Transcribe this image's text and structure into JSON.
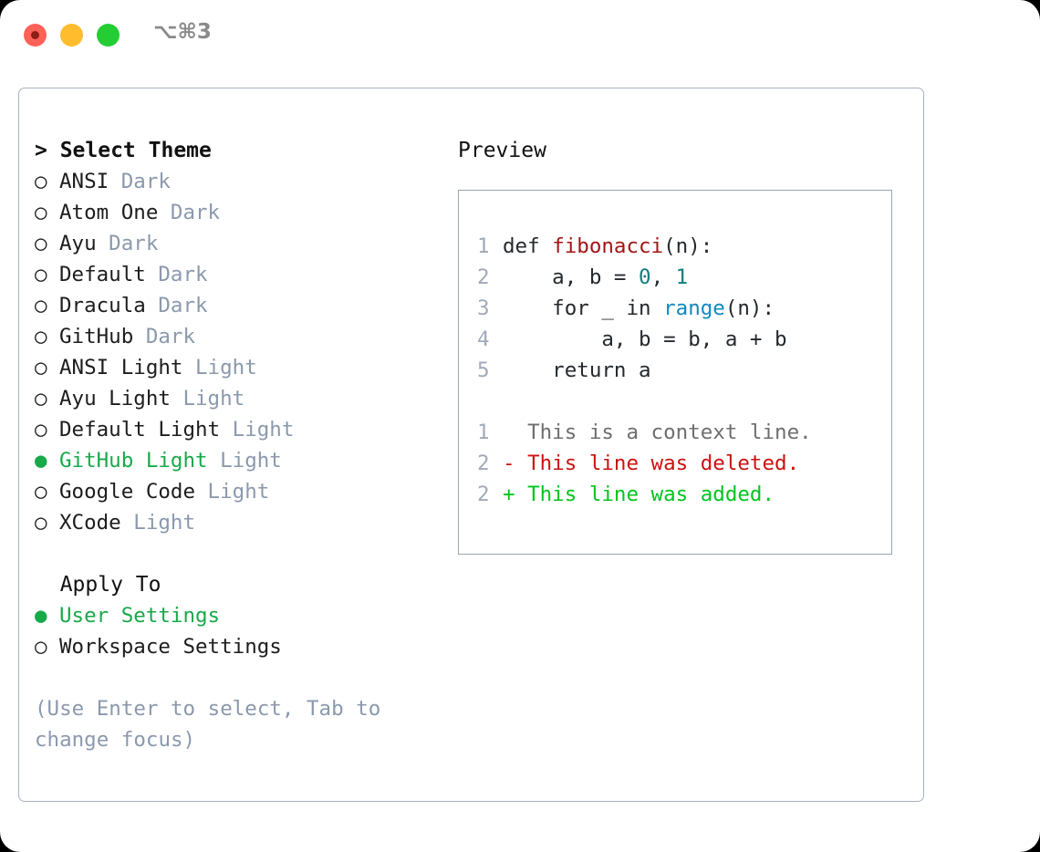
{
  "titlebar": {
    "shortcut": "⌥⌘3",
    "buttons": [
      {
        "name": "close",
        "color": "#ff6159"
      },
      {
        "name": "minimize",
        "color": "#ffbd2e"
      },
      {
        "name": "maximize",
        "color": "#23cd33"
      }
    ]
  },
  "colors": {
    "selected_green": "#18a94a",
    "muted_tag": "#8b99ad",
    "panel_border": "#a8b2c0",
    "preview_border": "#9aa5b1",
    "syntax_function": "#a31515",
    "syntax_number": "#0b7f7f",
    "syntax_builtin": "#1289bf",
    "diff_added": "#00c41f",
    "diff_deleted": "#cc1111",
    "diff_context": "#6e6e6e",
    "line_number": "#a0aab8"
  },
  "theme_panel": {
    "header": "> Select Theme",
    "items": [
      {
        "marker": "○",
        "name": "ANSI",
        "tag": "Dark",
        "selected": false
      },
      {
        "marker": "○",
        "name": "Atom One",
        "tag": "Dark",
        "selected": false
      },
      {
        "marker": "○",
        "name": "Ayu",
        "tag": "Dark",
        "selected": false
      },
      {
        "marker": "○",
        "name": "Default",
        "tag": "Dark",
        "selected": false
      },
      {
        "marker": "○",
        "name": "Dracula",
        "tag": "Dark",
        "selected": false
      },
      {
        "marker": "○",
        "name": "GitHub",
        "tag": "Dark",
        "selected": false
      },
      {
        "marker": "○",
        "name": "ANSI Light",
        "tag": "Light",
        "selected": false
      },
      {
        "marker": "○",
        "name": "Ayu Light",
        "tag": "Light",
        "selected": false
      },
      {
        "marker": "○",
        "name": "Default Light",
        "tag": "Light",
        "selected": false
      },
      {
        "marker": "●",
        "name": "GitHub Light",
        "tag": "Light",
        "selected": true
      },
      {
        "marker": "○",
        "name": "Google Code",
        "tag": "Light",
        "selected": false
      },
      {
        "marker": "○",
        "name": "XCode",
        "tag": "Light",
        "selected": false
      }
    ]
  },
  "apply_to": {
    "header": "  Apply To",
    "items": [
      {
        "marker": "●",
        "name": "User Settings",
        "selected": true
      },
      {
        "marker": "○",
        "name": "Workspace Settings",
        "selected": false
      }
    ]
  },
  "hint": "(Use Enter to select, Tab to change focus)",
  "preview": {
    "label": "Preview",
    "code_lines": [
      {
        "n": "1",
        "segments": [
          {
            "text": "def ",
            "style": "tok-def"
          },
          {
            "text": "fibonacci",
            "style": "tok-fn"
          },
          {
            "text": "(n):",
            "style": "tok-def"
          }
        ]
      },
      {
        "n": "2",
        "segments": [
          {
            "text": "    a, b = ",
            "style": "tok-def"
          },
          {
            "text": "0",
            "style": "tok-num"
          },
          {
            "text": ", ",
            "style": "tok-def"
          },
          {
            "text": "1",
            "style": "tok-num"
          }
        ]
      },
      {
        "n": "3",
        "segments": [
          {
            "text": "    for _ in ",
            "style": "tok-def"
          },
          {
            "text": "range",
            "style": "tok-builtin"
          },
          {
            "text": "(n):",
            "style": "tok-def"
          }
        ]
      },
      {
        "n": "4",
        "segments": [
          {
            "text": "        a, b = b, a + b",
            "style": "tok-def"
          }
        ]
      },
      {
        "n": "5",
        "segments": [
          {
            "text": "    return a",
            "style": "tok-def"
          }
        ]
      }
    ],
    "diff_lines": [
      {
        "n": "1",
        "prefix": "  ",
        "text": "This is a context line.",
        "style": "diff-ctx"
      },
      {
        "n": "2",
        "prefix": "- ",
        "text": "This line was deleted.",
        "style": "diff-del"
      },
      {
        "n": "2",
        "prefix": "+ ",
        "text": "This line was added.",
        "style": "diff-add"
      }
    ]
  }
}
